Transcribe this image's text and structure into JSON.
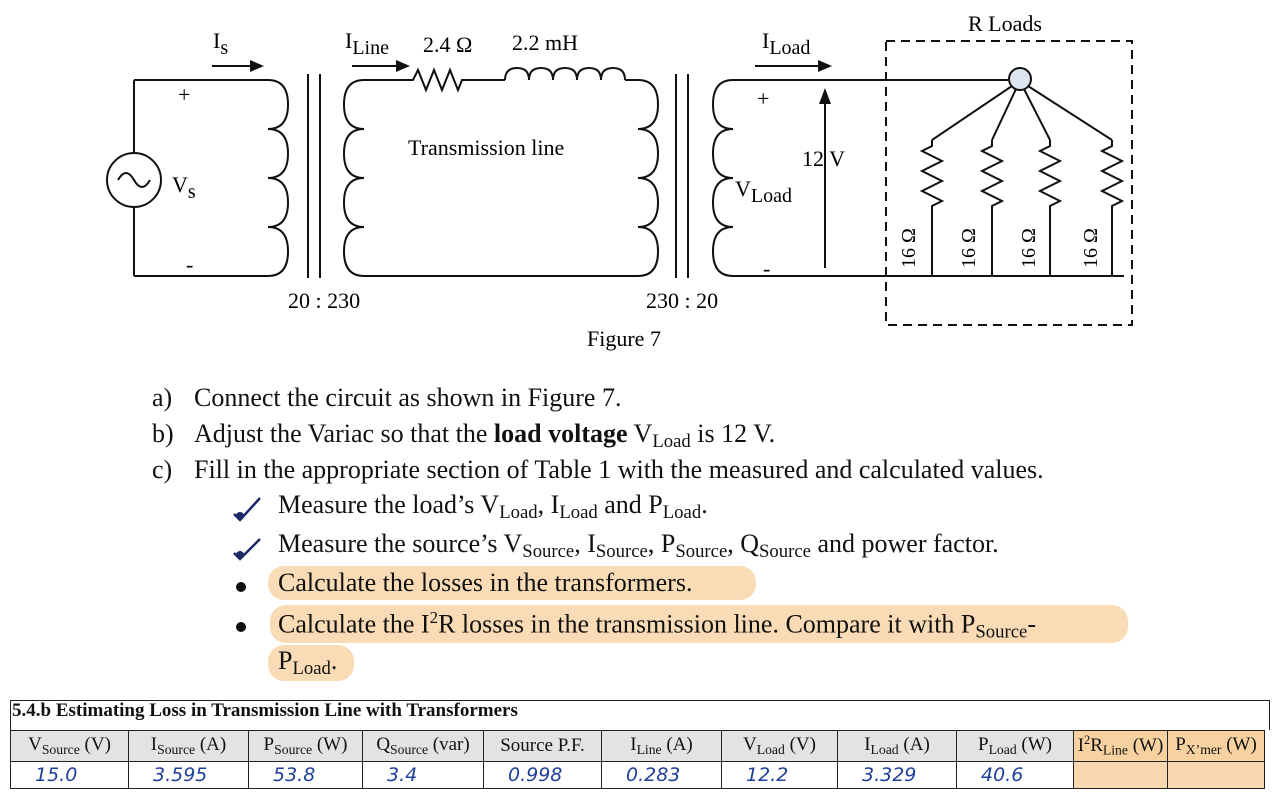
{
  "figure": {
    "caption": "Figure 7",
    "labels": {
      "is_main": "I",
      "is_sub": "s",
      "iline_main": "I",
      "iline_sub": "Line",
      "resistance": "2.4 Ω",
      "inductance": "2.2 mH",
      "iload_main": "I",
      "iload_sub": "Load",
      "r_loads": "R Loads",
      "vs_main": "V",
      "vs_sub": "s",
      "plus": "+",
      "minus": "-",
      "transmission_line": "Transmission line",
      "v_load_value": "12 V",
      "vload_main": "V",
      "vload_sub": "Load",
      "ratio_left": "20 : 230",
      "ratio_right": "230 : 20",
      "load_resistor": "16 Ω"
    }
  },
  "steps": [
    {
      "mark": "a)",
      "text": "Connect the circuit as shown in Figure 7."
    },
    {
      "mark": "b)",
      "pre": "Adjust the Variac so that the ",
      "bold": "load voltage",
      "v": " V",
      "vsub": "Load",
      "post": " is 12 V."
    },
    {
      "mark": "c)",
      "text": "Fill in the appropriate section of Table 1 with the measured and calculated values."
    }
  ],
  "bullets": {
    "b1": {
      "p1": "Measure the load’s V",
      "s1": "Load",
      "p2": ", I",
      "s2": "Load",
      "p3": " and P",
      "s3": "Load",
      "p4": "."
    },
    "b2": {
      "p1": "Measure the source’s V",
      "s1": "Source",
      "p2": ", I",
      "s2": "Source",
      "p3": ", P",
      "s3": "Source",
      "p4": ", Q",
      "s4": "Source",
      "p5": " and power factor."
    },
    "b3": {
      "text": "Calculate the losses in the transformers."
    },
    "b4": {
      "p1": "Calculate the I",
      "sup": "2",
      "p2": "R losses in the transmission line. Compare it with P",
      "s1": "Source",
      "p3": "-"
    },
    "b4b": {
      "p1": "P",
      "s1": "Load",
      "p2": "."
    }
  },
  "section_title": "5.4.b Estimating Loss in Transmission Line with Transformers",
  "table": {
    "headers": [
      {
        "m": "V",
        "s": "Source",
        "u": " (V)"
      },
      {
        "m": "I",
        "s": "Source",
        "u": " (A)"
      },
      {
        "m": "P",
        "s": "Source",
        "u": " (W)"
      },
      {
        "m": "Q",
        "s": "Source",
        "u": " (var)"
      },
      {
        "m": "Source P.F.",
        "s": "",
        "u": ""
      },
      {
        "m": "I",
        "s": "Line",
        "u": " (A)"
      },
      {
        "m": "V",
        "s": "Load",
        "u": " (V)"
      },
      {
        "m": "I",
        "s": "Load",
        "u": " (A)"
      },
      {
        "m": "P",
        "s": "Load",
        "u": " (W)"
      },
      {
        "m": "I",
        "sup": "2",
        "m2": "R",
        "s": "Line",
        "u": " (W)"
      },
      {
        "m": "P",
        "s": "X’mer",
        "u": " (W)"
      }
    ],
    "values": [
      "15.0",
      "3.595",
      "53.8",
      "3.4",
      "0.998",
      "0.283",
      "12.2",
      "3.329",
      "40.6",
      "",
      ""
    ]
  },
  "colors": {
    "highlight": "#f4be78",
    "handwriting": "#1f3f9a"
  }
}
